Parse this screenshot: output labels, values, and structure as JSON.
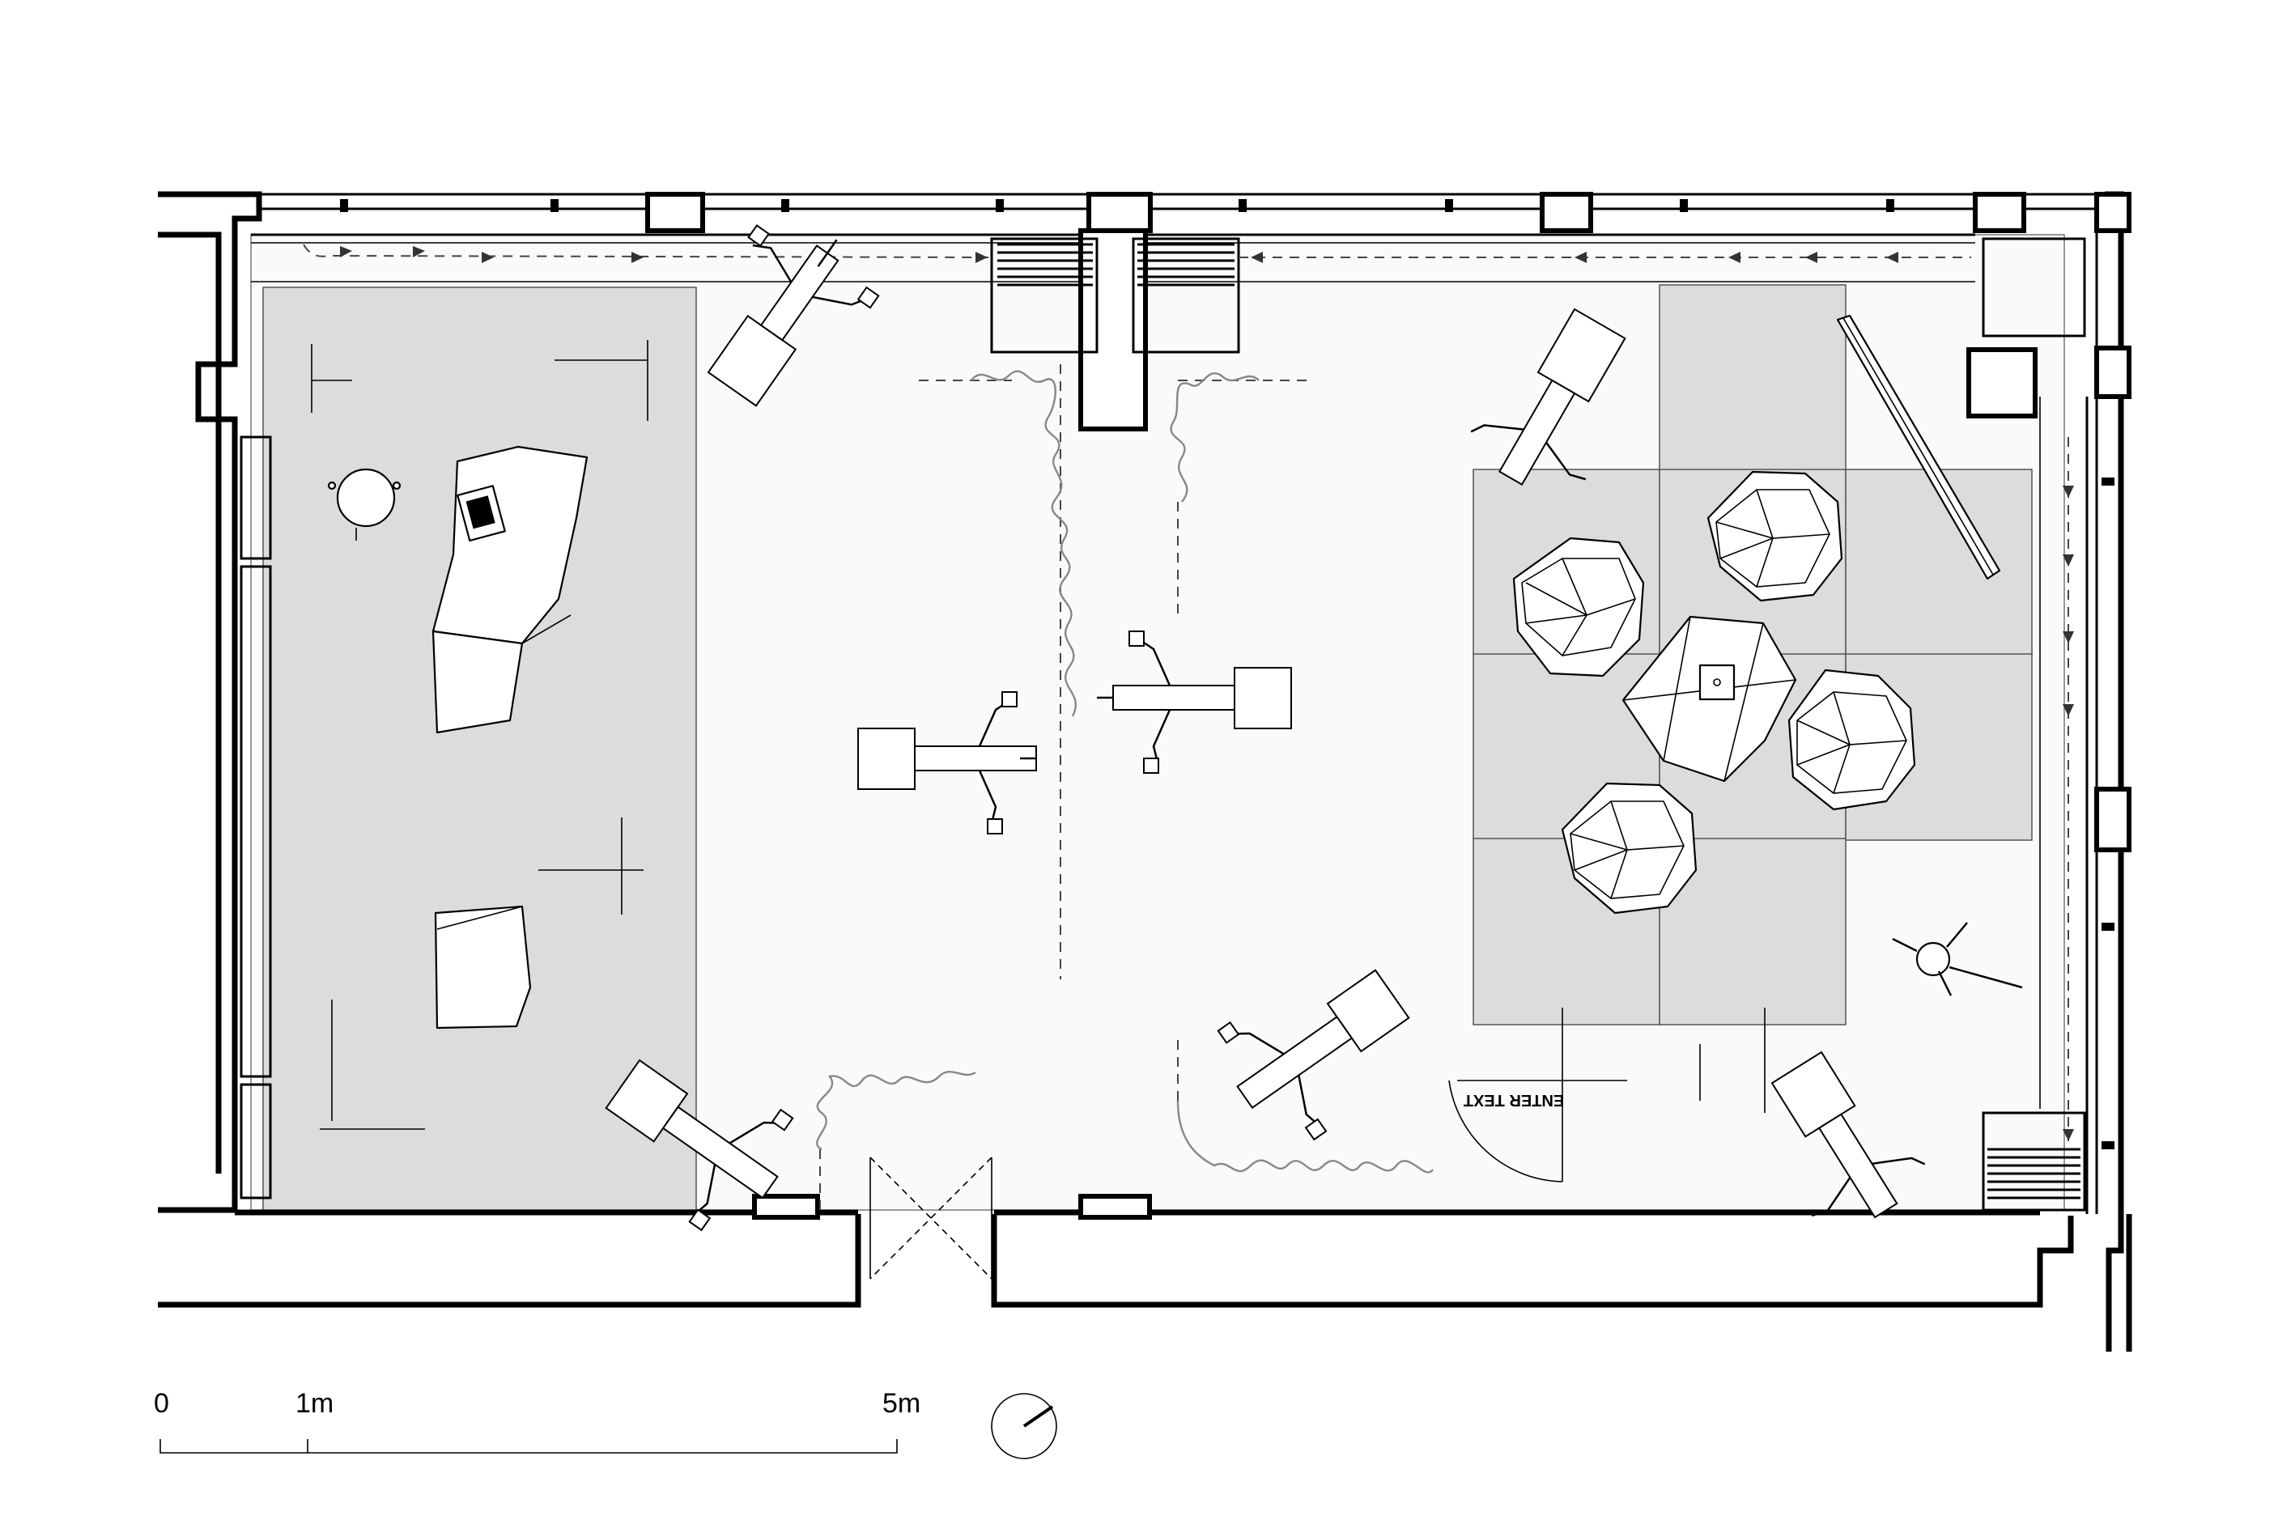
{
  "scale_bar": {
    "label_0": "0",
    "label_1": "1m",
    "label_5": "5m"
  },
  "door_sign": "ENTER TEXT",
  "icons": {
    "north_arrow": "north-arrow-icon",
    "robot_arm": "robot-arm-icon",
    "geodesic_pod": "geodesic-dome-icon",
    "laptop": "laptop-icon"
  },
  "colors": {
    "wall": "#000000",
    "zone_fill": "#dcdcdc",
    "floor_fill": "#fafafa",
    "cable": "#888888"
  }
}
